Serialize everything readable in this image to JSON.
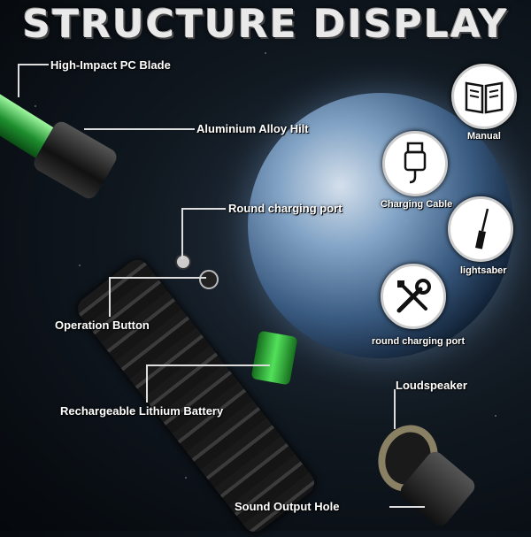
{
  "title": "STRUCTURE DISPLAY",
  "callouts": {
    "blade": "High-Impact PC Blade",
    "hilt": "Aluminium Alloy Hilt",
    "charging_port": "Round charging port",
    "operation_button": "Operation Button",
    "battery": "Rechargeable Lithium Battery",
    "speaker": "Loudspeaker",
    "sound_hole": "Sound Output Hole"
  },
  "accessories": [
    {
      "label": "Manual",
      "icon": "book-icon"
    },
    {
      "label": "Charging Cable",
      "icon": "usb-cable-icon"
    },
    {
      "label": "lightsaber",
      "icon": "lightsaber-icon"
    },
    {
      "label": "round charging port",
      "icon": "tools-icon"
    }
  ],
  "colors": {
    "blade_green": "#2fbf3f",
    "label_text": "#ffffff",
    "title_text": "#e9e9e9"
  }
}
